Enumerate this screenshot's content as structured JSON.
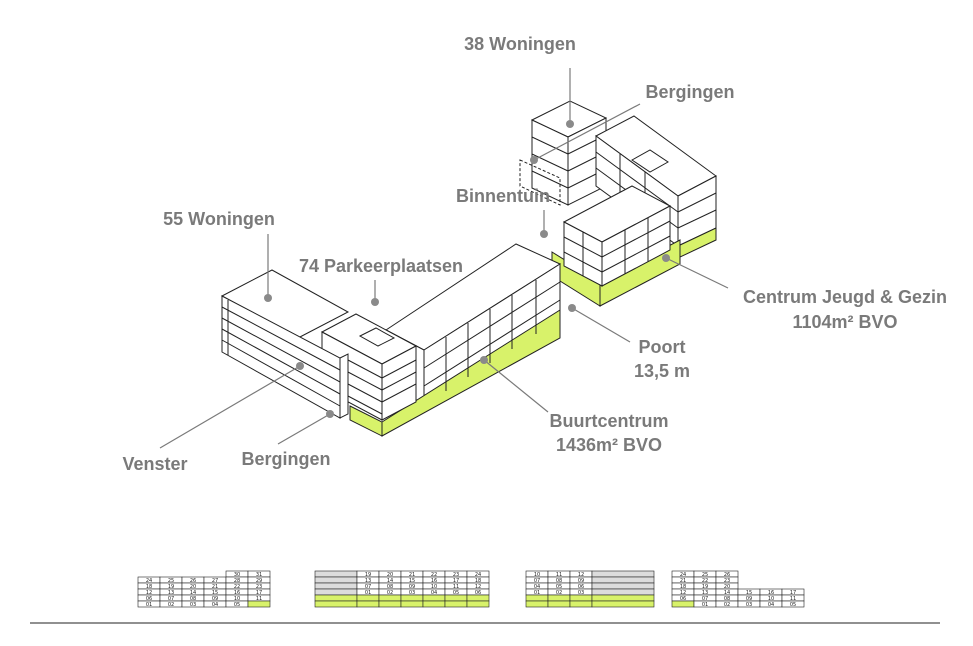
{
  "labels": {
    "woningen_38": "38 Woningen",
    "bergingen_top": "Bergingen",
    "binnentuin": "Binnentuin",
    "woningen_55": "55 Woningen",
    "parkeerplaatsen": "74 Parkeerplaatsen",
    "cjg_line1": "Centrum Jeugd & Gezin",
    "cjg_line2": "1104m² BVO",
    "poort_line1": "Poort",
    "poort_line2": "13,5 m",
    "buurt_line1": "Buurtcentrum",
    "buurt_line2": "1436m² BVO",
    "venster": "Venster",
    "bergingen_bottom": "Bergingen"
  },
  "elevations": [
    {
      "name": "elevation-1",
      "rows": [
        [
          "",
          "",
          "",
          "",
          "30",
          "31"
        ],
        [
          "24",
          "25",
          "26",
          "27",
          "28",
          "29"
        ],
        [
          "18",
          "19",
          "20",
          "21",
          "22",
          "23"
        ],
        [
          "12",
          "13",
          "14",
          "15",
          "16",
          "17"
        ],
        [
          "06",
          "07",
          "08",
          "09",
          "10",
          "11"
        ],
        [
          "01",
          "02",
          "03",
          "04",
          "05",
          ""
        ]
      ]
    },
    {
      "name": "elevation-2",
      "rows": [
        [
          "",
          "19",
          "20",
          "21",
          "22",
          "23",
          "24"
        ],
        [
          "",
          "13",
          "14",
          "15",
          "16",
          "17",
          "18"
        ],
        [
          "",
          "07",
          "08",
          "09",
          "10",
          "11",
          "12"
        ],
        [
          "",
          "01",
          "02",
          "03",
          "04",
          "05",
          "06"
        ],
        [
          "",
          "",
          "",
          "",
          "",
          "",
          ""
        ],
        [
          "",
          "",
          "",
          "",
          "",
          "",
          ""
        ]
      ]
    },
    {
      "name": "elevation-3",
      "rows": [
        [
          "10",
          "11",
          "12",
          ""
        ],
        [
          "07",
          "08",
          "09",
          ""
        ],
        [
          "04",
          "05",
          "06",
          ""
        ],
        [
          "01",
          "02",
          "03",
          ""
        ],
        [
          "",
          "",
          "",
          ""
        ],
        [
          "",
          "",
          "",
          ""
        ]
      ]
    },
    {
      "name": "elevation-4",
      "rows": [
        [
          "24",
          "25",
          "26",
          "",
          "",
          ""
        ],
        [
          "21",
          "22",
          "23",
          "",
          "",
          ""
        ],
        [
          "18",
          "19",
          "20",
          "",
          "",
          ""
        ],
        [
          "12",
          "13",
          "14",
          "15",
          "16",
          "17"
        ],
        [
          "06",
          "07",
          "08",
          "09",
          "10",
          "11"
        ],
        [
          "",
          "01",
          "02",
          "03",
          "04",
          "05"
        ]
      ]
    }
  ]
}
